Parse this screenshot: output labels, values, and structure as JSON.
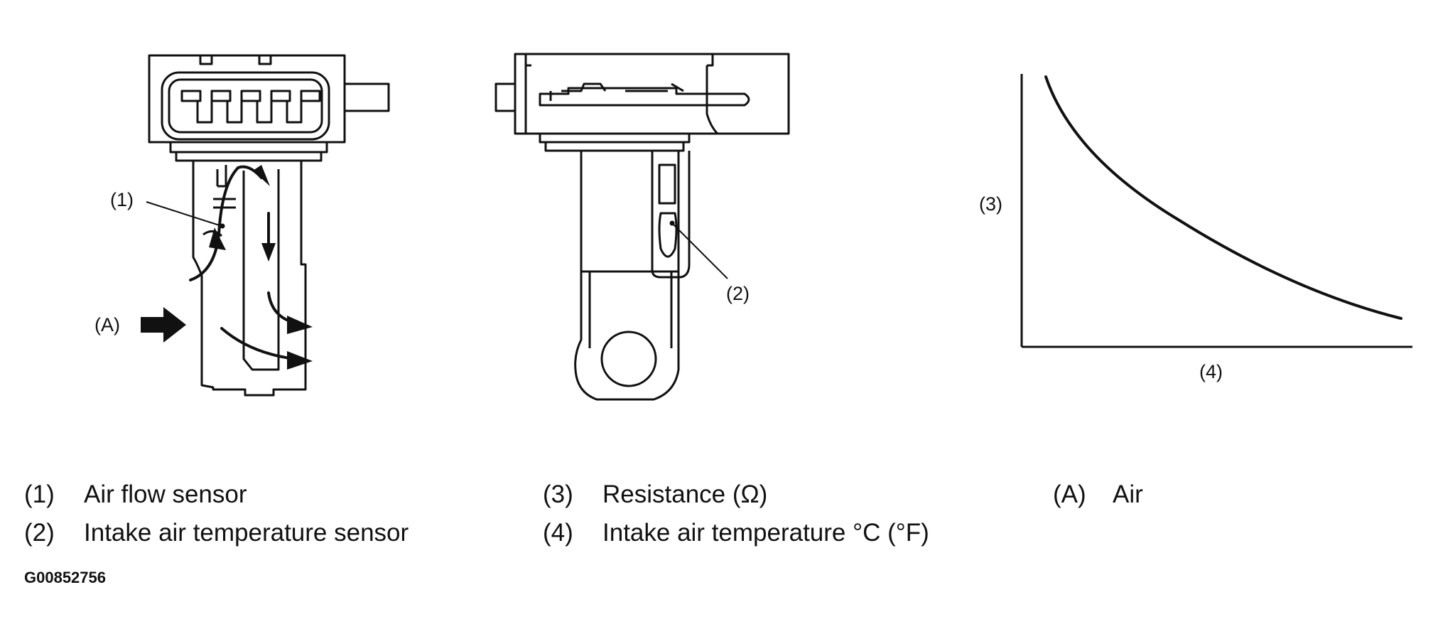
{
  "callouts": {
    "c1": "(1)",
    "c2": "(2)",
    "c3": "(3)",
    "c4": "(4)",
    "cA": "(A)"
  },
  "legend": [
    {
      "num": "(1)",
      "text": "Air flow sensor"
    },
    {
      "num": "(2)",
      "text": "Intake air temperature sensor"
    },
    {
      "num": "(3)",
      "text": "Resistance (Ω)"
    },
    {
      "num": "(4)",
      "text": "Intake air temperature °C (°F)"
    },
    {
      "num": "(A)",
      "text": "Air"
    }
  ],
  "reference_id": "G00852756",
  "colors": {
    "line": "#111111",
    "background": "#ffffff"
  }
}
